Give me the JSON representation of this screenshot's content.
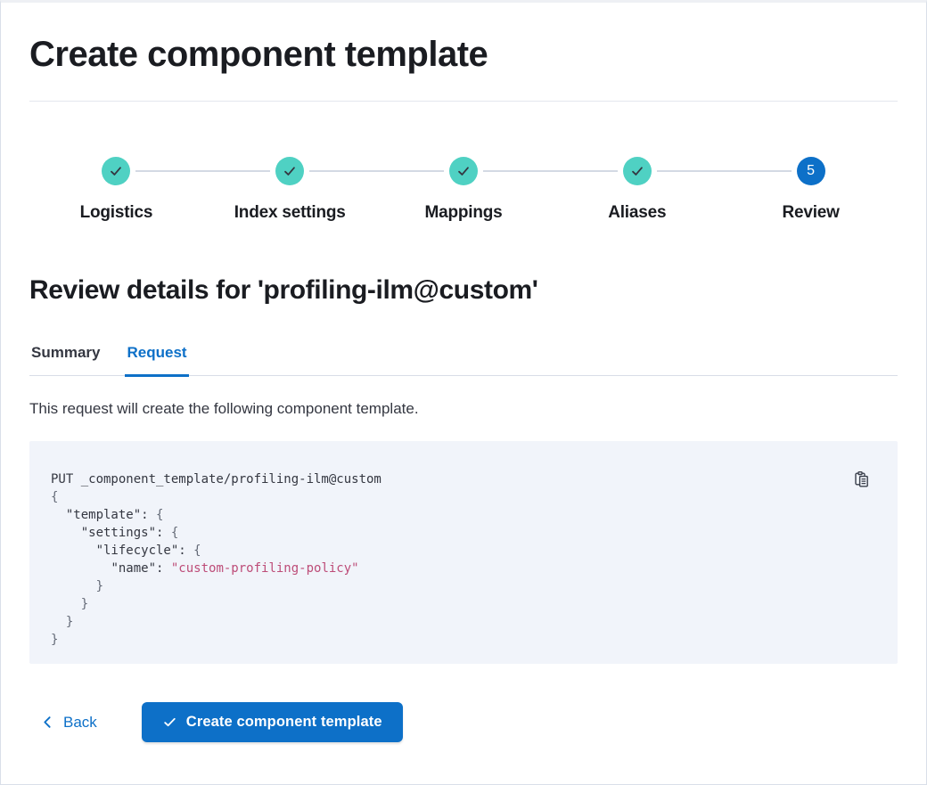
{
  "page": {
    "title": "Create component template"
  },
  "steps": {
    "items": [
      {
        "label": "Logistics",
        "status": "complete"
      },
      {
        "label": "Index settings",
        "status": "complete"
      },
      {
        "label": "Mappings",
        "status": "complete"
      },
      {
        "label": "Aliases",
        "status": "complete"
      },
      {
        "label": "Review",
        "status": "current",
        "number": "5"
      }
    ]
  },
  "review": {
    "heading": "Review details for 'profiling-ilm@custom'",
    "tabs": [
      {
        "label": "Summary",
        "active": false
      },
      {
        "label": "Request",
        "active": true
      }
    ],
    "description": "This request will create the following component template."
  },
  "code_block": {
    "copy_icon": "copy-clipboard-icon",
    "lines": [
      {
        "segments": [
          {
            "text": "PUT _component_template/profiling-ilm@custom",
            "type": "plain"
          }
        ]
      },
      {
        "segments": [
          {
            "text": "{",
            "type": "punct"
          }
        ]
      },
      {
        "segments": [
          {
            "text": "  ",
            "type": "plain"
          },
          {
            "text": "\"template\"",
            "type": "key"
          },
          {
            "text": ": ",
            "type": "plain"
          },
          {
            "text": "{",
            "type": "punct"
          }
        ]
      },
      {
        "segments": [
          {
            "text": "    ",
            "type": "plain"
          },
          {
            "text": "\"settings\"",
            "type": "key"
          },
          {
            "text": ": ",
            "type": "plain"
          },
          {
            "text": "{",
            "type": "punct"
          }
        ]
      },
      {
        "segments": [
          {
            "text": "      ",
            "type": "plain"
          },
          {
            "text": "\"lifecycle\"",
            "type": "key"
          },
          {
            "text": ": ",
            "type": "plain"
          },
          {
            "text": "{",
            "type": "punct"
          }
        ]
      },
      {
        "segments": [
          {
            "text": "        ",
            "type": "plain"
          },
          {
            "text": "\"name\"",
            "type": "key"
          },
          {
            "text": ": ",
            "type": "plain"
          },
          {
            "text": "\"custom-profiling-policy\"",
            "type": "string"
          }
        ]
      },
      {
        "segments": [
          {
            "text": "      ",
            "type": "plain"
          },
          {
            "text": "}",
            "type": "punct"
          }
        ]
      },
      {
        "segments": [
          {
            "text": "    ",
            "type": "plain"
          },
          {
            "text": "}",
            "type": "punct"
          }
        ]
      },
      {
        "segments": [
          {
            "text": "  ",
            "type": "plain"
          },
          {
            "text": "}",
            "type": "punct"
          }
        ]
      },
      {
        "segments": [
          {
            "text": "}",
            "type": "punct"
          }
        ]
      }
    ]
  },
  "footer": {
    "back_label": "Back",
    "submit_label": "Create component template"
  },
  "colors": {
    "accent_blue": "#0d70c8",
    "step_complete_teal": "#4fd1c3",
    "code_background": "#f1f4fa",
    "code_string_pink": "#bd4c78",
    "code_punct_gray": "#646a77",
    "text_dark": "#1a1c21",
    "text_body": "#343741"
  }
}
